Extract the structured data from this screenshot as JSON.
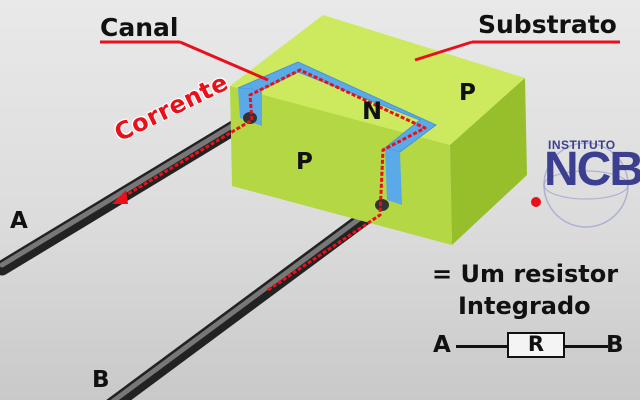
{
  "labels": {
    "canal": "Canal",
    "substrato": "Substrato",
    "n_region": "N",
    "p_top": "P",
    "p_front": "P",
    "terminal_a": "A",
    "terminal_b": "B",
    "corrente": "Corrente"
  },
  "equivalent": {
    "line1": "= Um resistor",
    "line2": "Integrado",
    "left": "A",
    "resistor": "R",
    "right": "B"
  },
  "logo": {
    "top": "INSTITUTO",
    "main": "NCB"
  },
  "colors": {
    "substrate": "#c8e85a",
    "channel": "#5aa9e8",
    "current": "#e8101a",
    "logo": "#3c3f8f"
  }
}
